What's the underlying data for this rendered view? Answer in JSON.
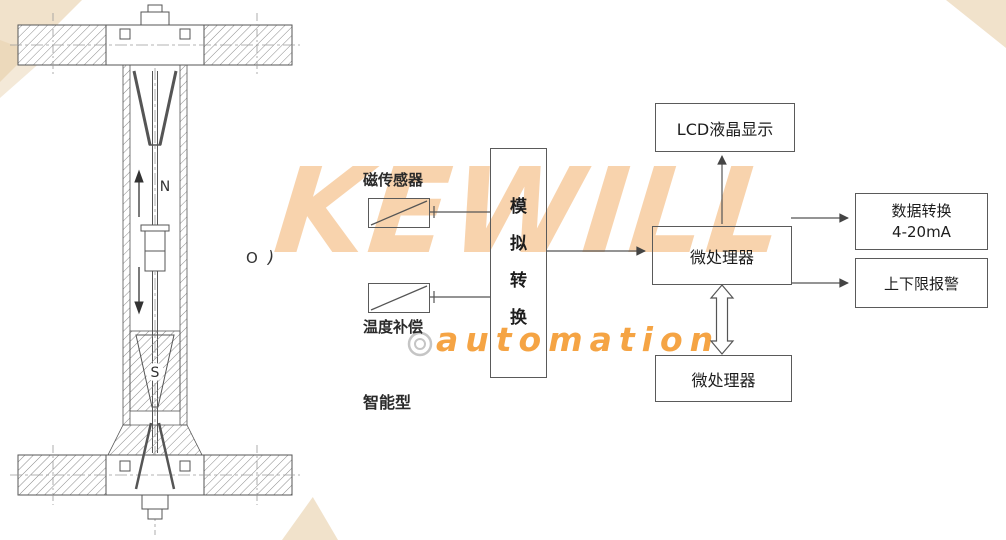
{
  "watermark": {
    "brand": "KEWILL",
    "sub": "automation",
    "accent": "#f3941f",
    "light_tan": "#e7cea8"
  },
  "flowmeter": {
    "north_label": "N",
    "south_label": "S",
    "origin_label": "O",
    "rotation_mark": ")"
  },
  "blocks": {
    "magnetic_sensor_label": "磁传感器",
    "temperature_comp_label": "温度补偿",
    "analog_converter": "模拟转换",
    "microprocessor": "微处理器",
    "lcd_display": "LCD液晶显示",
    "data_conversion_line1": "数据转换",
    "data_conversion_line2": "4-20mA",
    "limit_alarm": "上下限报警",
    "microprocessor_2": "微处理器",
    "smart_type_label": "智能型"
  }
}
